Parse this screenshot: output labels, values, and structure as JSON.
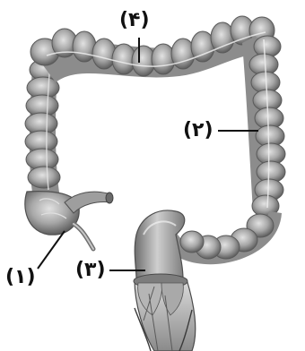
{
  "labels": {
    "label_1": "(۱)",
    "label_2": "(۲)",
    "label_3": "(۳)",
    "label_4": "(۴)"
  },
  "colors": {
    "tissue_fill": "#9a9a9a",
    "tissue_dark": "#5c5c5c",
    "tissue_light": "#d6d6d6",
    "leader_line": "#111111"
  }
}
